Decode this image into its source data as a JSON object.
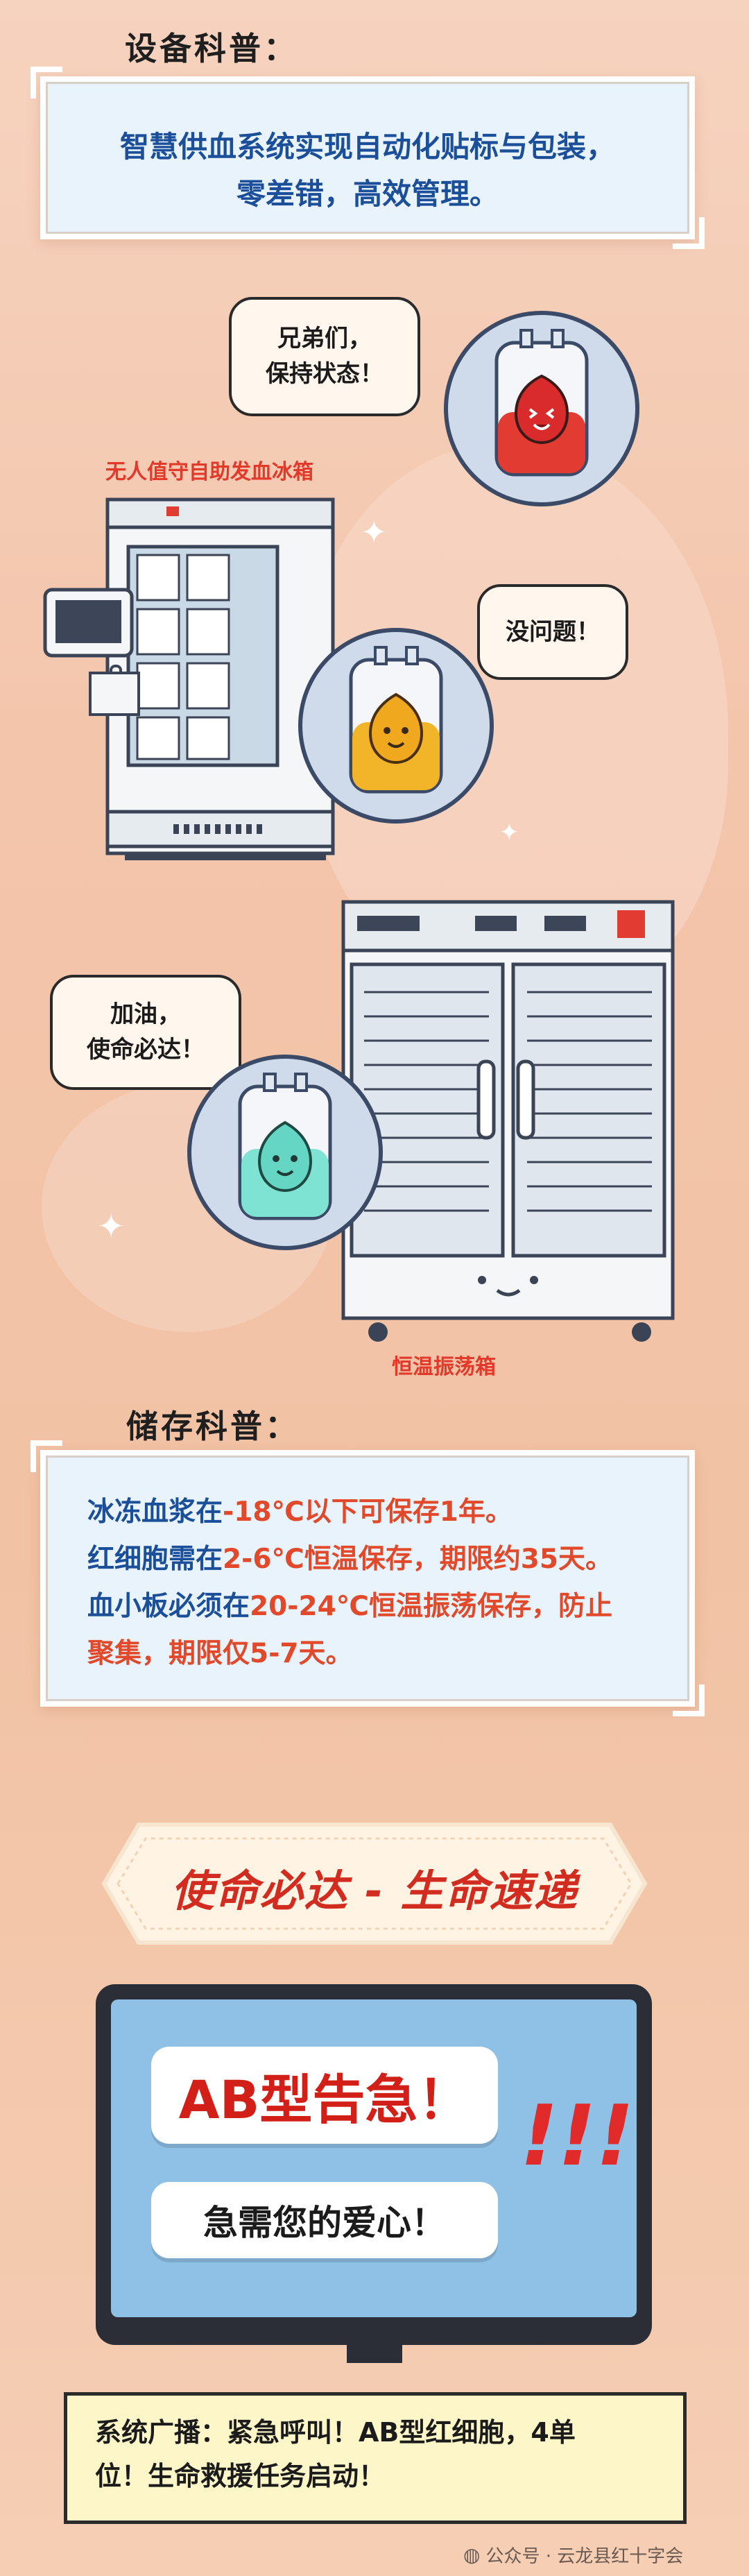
{
  "equipment": {
    "title": "设备科普：",
    "line1": "智慧供血系统实现自动化贴标与包装，",
    "line2": "零差错，高效管理。"
  },
  "bubbles": {
    "red_line1": "兄弟们，",
    "red_line2": "保持状态！",
    "yellow": "没问题！",
    "teal_line1": "加油，",
    "teal_line2": "使命必达！"
  },
  "fridge_label": "无人值守自助发血冰箱",
  "shaker_label": "恒温振荡箱",
  "storage": {
    "title": "储存科普：",
    "rows": [
      {
        "a": "冰冻血浆在",
        "b": "-18℃以下可保存1年。"
      },
      {
        "a": "红细胞需在",
        "b": "2-6℃恒温保存，期限约35天。"
      },
      {
        "a": "血小板必须在",
        "b": "20-24℃恒温振荡保存，防止"
      },
      {
        "a": "聚集，",
        "b": "期限仅5-7天。"
      }
    ]
  },
  "banner": "使命必达 - 生命速递",
  "alert": {
    "headline": "AB型告急！",
    "sub": "急需您的爱心！",
    "marks": "!!!"
  },
  "notice": {
    "line1": "系统广播：紧急呼叫！AB型红细胞，4单",
    "line2": "位！生命救援任务启动！"
  },
  "watermark": "公众号 · 云龙县红十字会",
  "colors": {
    "red": "#e2392b",
    "blue": "#1c4f9a",
    "bg": "#f3c5ab"
  }
}
